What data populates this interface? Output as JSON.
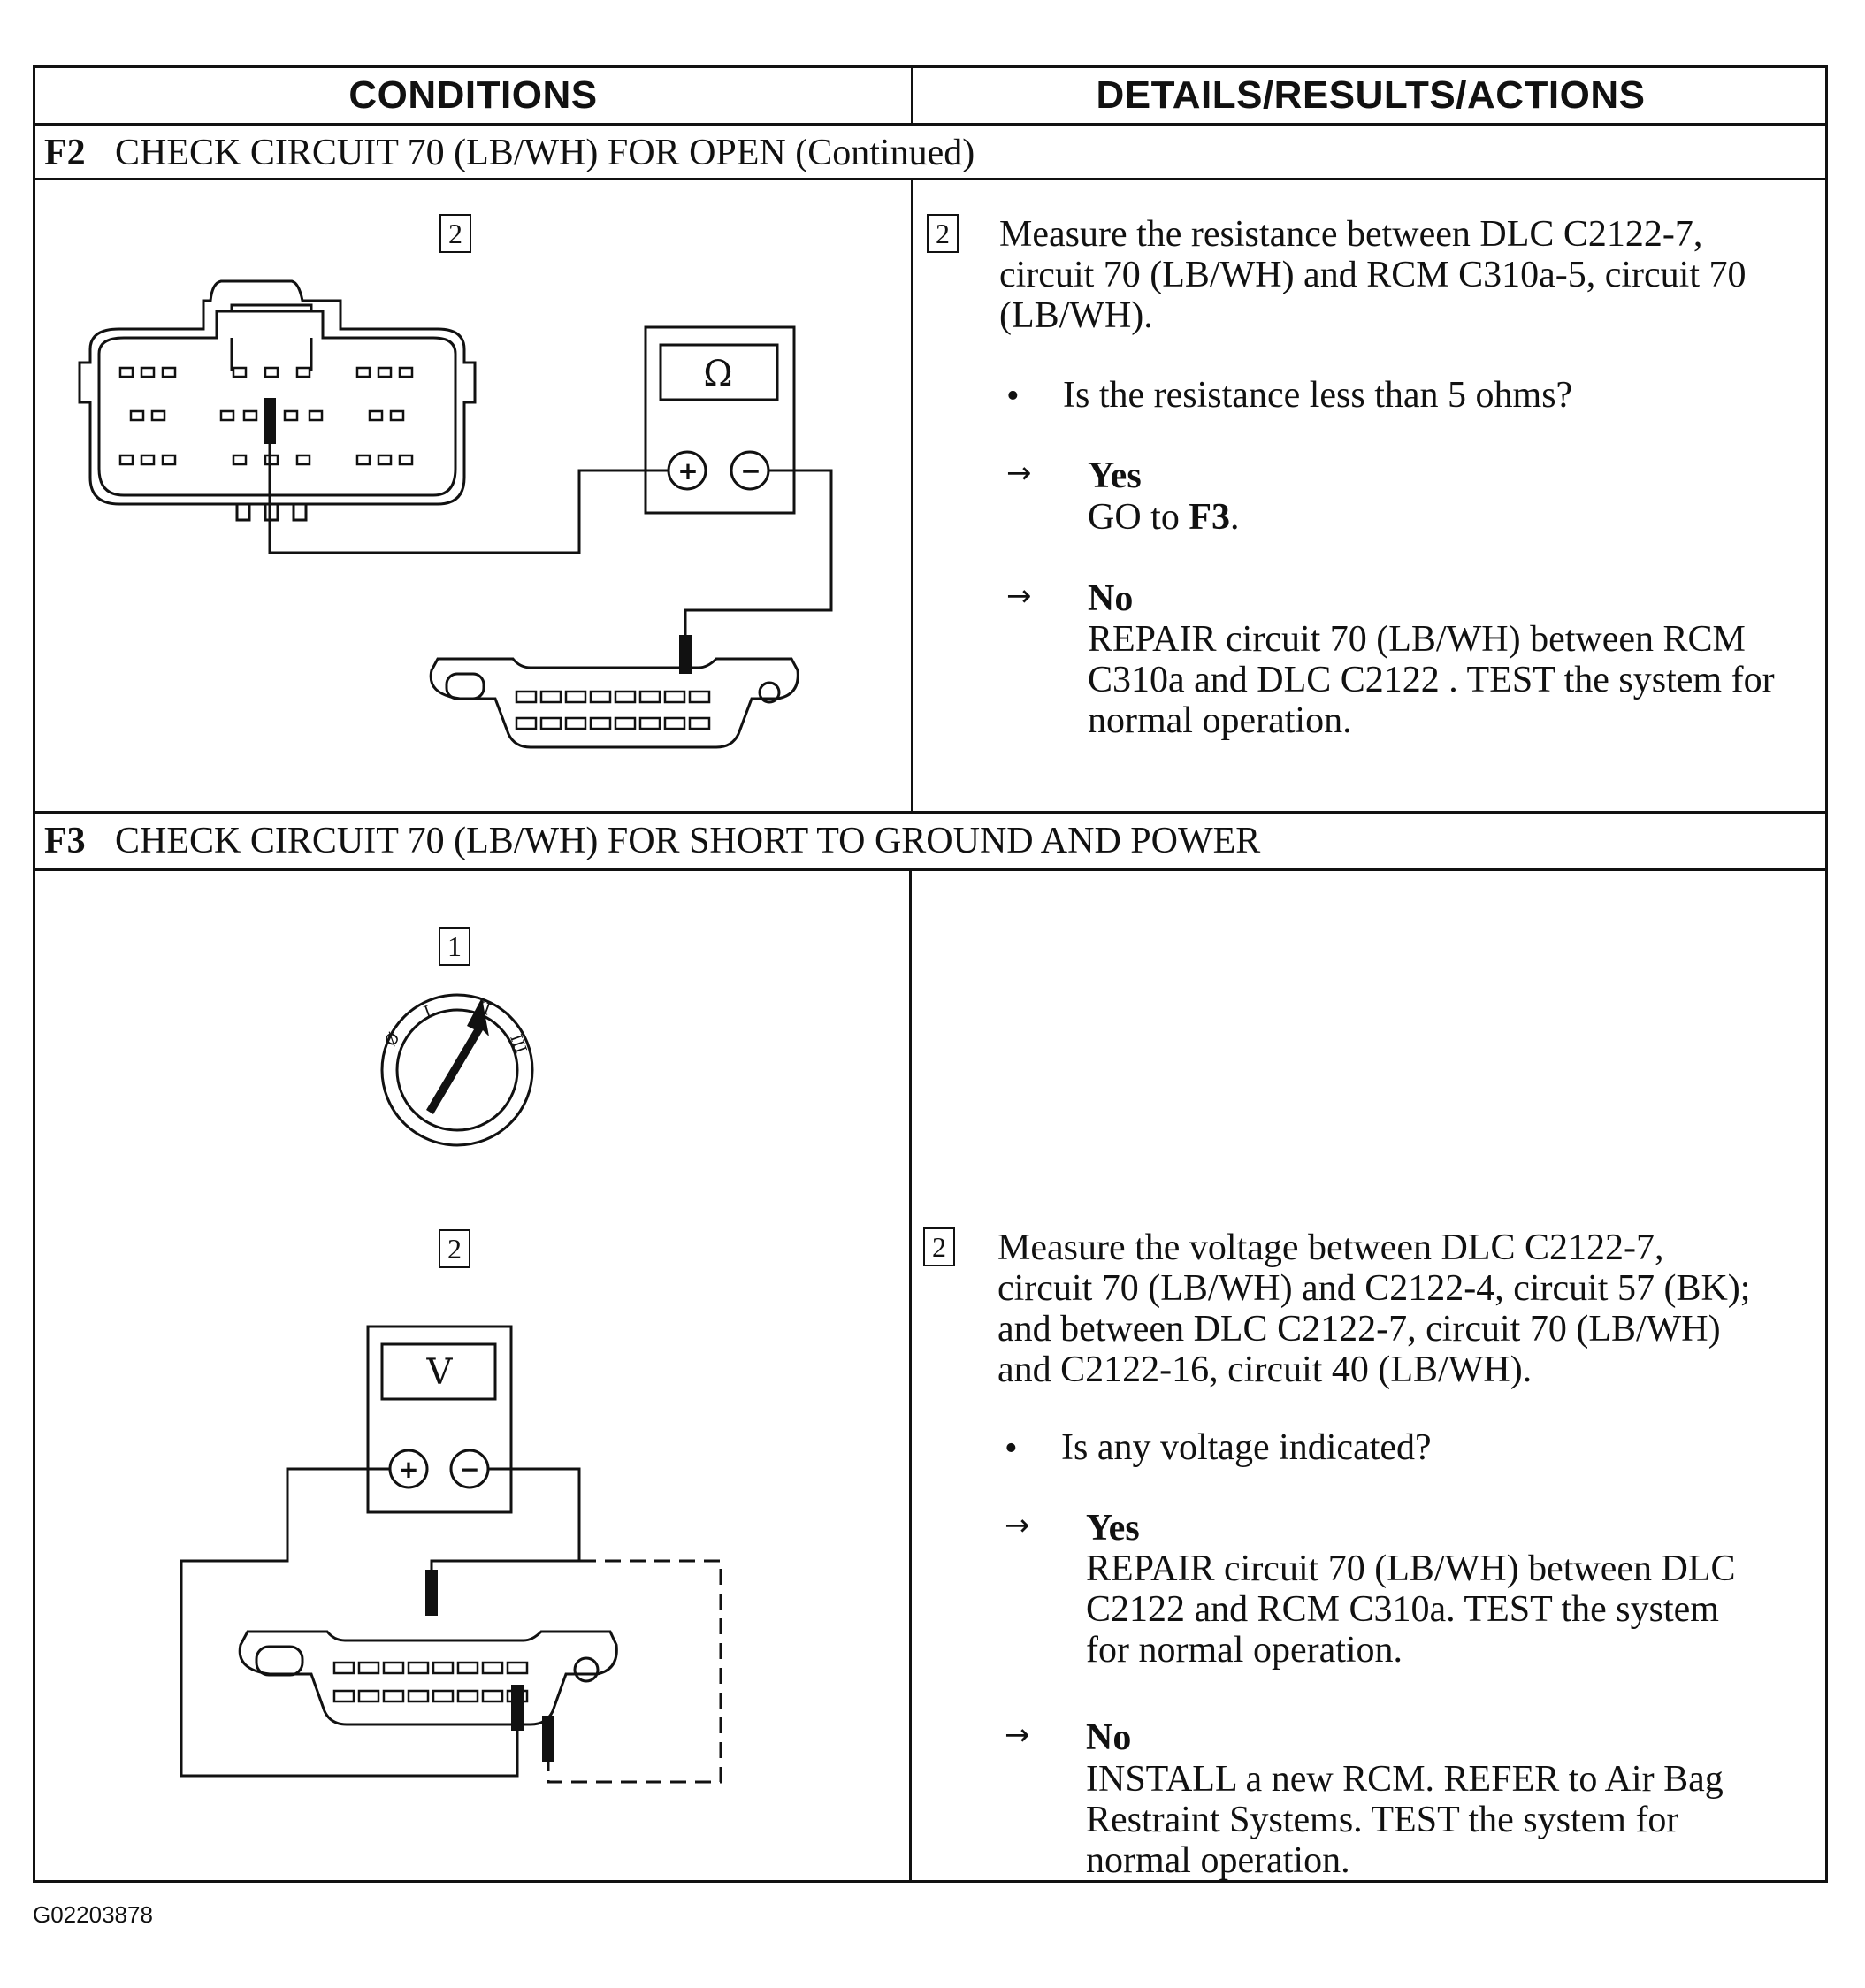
{
  "header": {
    "conditions": "CONDITIONS",
    "details": "DETAILS/RESULTS/ACTIONS"
  },
  "f2": {
    "id": "F2",
    "title": "CHECK CIRCUIT 70 (LB/WH) FOR OPEN (Continued)",
    "diagram_step": "2",
    "meter_symbol": "Ω",
    "step": "2",
    "instruction_lines": [
      "Measure the resistance between DLC C2122-7,",
      "circuit 70 (LB/WH) and RCM C310a-5, circuit 70",
      "(LB/WH)."
    ],
    "question": "Is the resistance less than 5 ohms?",
    "yes_label": "Yes",
    "yes_text_prefix": "GO to ",
    "yes_text_bold": "F3",
    "yes_text_suffix": ".",
    "no_label": "No",
    "no_lines": [
      "REPAIR circuit 70 (LB/WH) between RCM",
      "C310a and DLC C2122 . TEST the system for",
      "normal operation."
    ]
  },
  "f3": {
    "id": "F3",
    "title": "CHECK CIRCUIT 70 (LB/WH) FOR SHORT TO GROUND AND POWER",
    "diagram_step1": "1",
    "diagram_step2": "2",
    "ignition_labels": [
      "Ø",
      "I",
      "II",
      "III"
    ],
    "meter_symbol": "V",
    "step": "2",
    "instruction_lines": [
      "Measure the voltage between DLC C2122-7,",
      "circuit 70 (LB/WH) and C2122-4, circuit 57 (BK);",
      "and between DLC C2122-7, circuit 70 (LB/WH)",
      "and C2122-16, circuit 40 (LB/WH)."
    ],
    "question": "Is any voltage indicated?",
    "yes_label": "Yes",
    "yes_lines": [
      "REPAIR circuit 70 (LB/WH) between DLC",
      "C2122 and RCM C310a. TEST the system",
      "for normal operation."
    ],
    "no_label": "No",
    "no_lines": [
      "INSTALL a new RCM. REFER to Air Bag",
      "Restraint Systems.  TEST the system for",
      "normal operation."
    ]
  },
  "symbols": {
    "bullet": "•",
    "arrow": "→",
    "plus": "+",
    "minus": "−"
  },
  "footer": {
    "figure_id": "G02203878"
  }
}
